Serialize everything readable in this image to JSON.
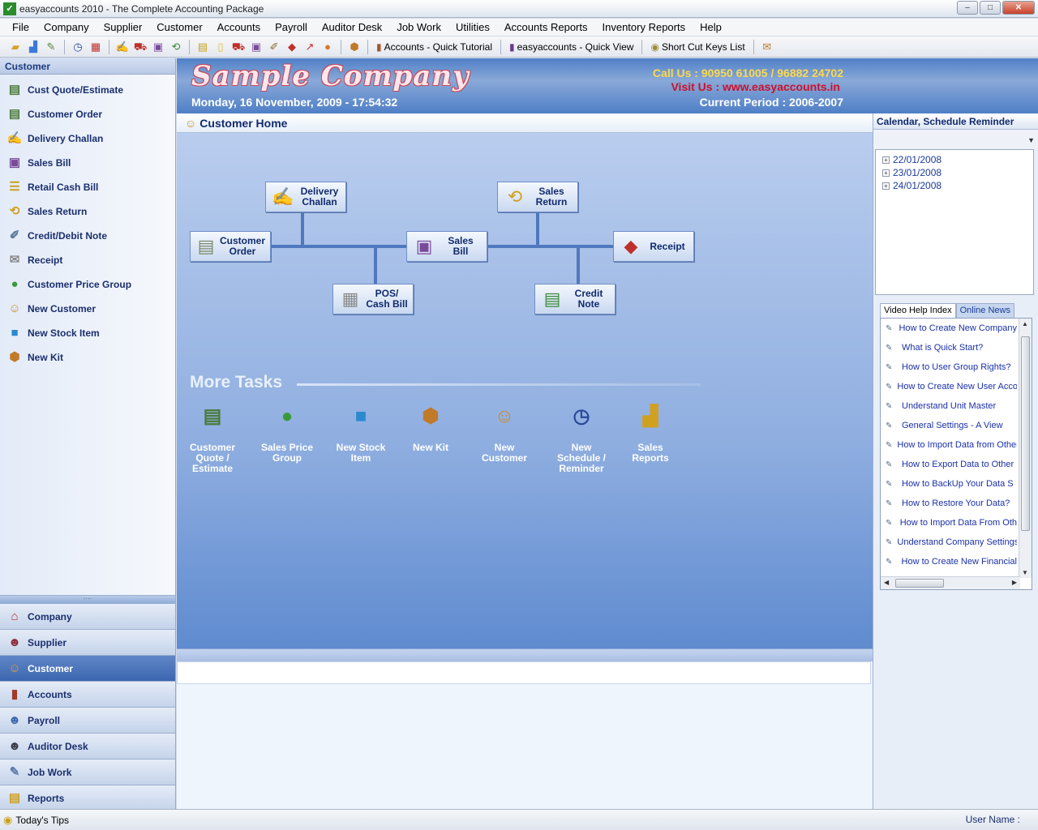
{
  "window": {
    "title": "easyaccounts 2010 - The Complete Accounting Package",
    "controls": {
      "minimize": "–",
      "maximize": "□",
      "close": "✕"
    }
  },
  "menu": [
    "File",
    "Company",
    "Supplier",
    "Customer",
    "Accounts",
    "Payroll",
    "Auditor Desk",
    "Job Work",
    "Utilities",
    "Accounts Reports",
    "Inventory Reports",
    "Help"
  ],
  "toolbar": {
    "quick_tutorial": "Accounts - Quick Tutorial",
    "quick_view": "easyaccounts - Quick View",
    "shortcut_keys": "Short Cut Keys List"
  },
  "left_panel": {
    "header": "Customer",
    "tasks": [
      {
        "label": "Cust Quote/Estimate",
        "icon": "document-icon"
      },
      {
        "label": "Customer Order",
        "icon": "order-icon"
      },
      {
        "label": "Delivery Challan",
        "icon": "pencil-notepad-icon"
      },
      {
        "label": "Sales Bill",
        "icon": "briefcase-icon"
      },
      {
        "label": "Retail Cash Bill",
        "icon": "coins-icon"
      },
      {
        "label": "Sales Return",
        "icon": "recycle-icon"
      },
      {
        "label": "Credit/Debit Note",
        "icon": "note-icon"
      },
      {
        "label": "Receipt",
        "icon": "receipt-icon"
      },
      {
        "label": "Customer Price Group",
        "icon": "price-group-icon"
      },
      {
        "label": "New Customer",
        "icon": "user-icon"
      },
      {
        "label": "New Stock Item",
        "icon": "cubes-icon"
      },
      {
        "label": "New Kit",
        "icon": "box-icon"
      }
    ],
    "nav": [
      {
        "label": "Company",
        "icon": "house-icon",
        "active": false
      },
      {
        "label": "Supplier",
        "icon": "supplier-icon",
        "active": false
      },
      {
        "label": "Customer",
        "icon": "customer-icon",
        "active": true
      },
      {
        "label": "Accounts",
        "icon": "books-icon",
        "active": false
      },
      {
        "label": "Payroll",
        "icon": "payroll-icon",
        "active": false
      },
      {
        "label": "Auditor Desk",
        "icon": "auditor-icon",
        "active": false
      },
      {
        "label": "Job Work",
        "icon": "job-icon",
        "active": false
      },
      {
        "label": "Reports",
        "icon": "report-icon",
        "active": false
      }
    ]
  },
  "banner": {
    "company_name": "Sample Company",
    "datetime": "Monday, 16 November, 2009 - 17:54:32",
    "call_us": "Call Us : 90950 61005 / 96882 24702",
    "visit_us": "Visit Us : www.easyaccounts.in",
    "current_period": "Current Period : 2006-2007"
  },
  "center": {
    "title": "Customer Home",
    "flow": {
      "delivery_challan": "Delivery\nChallan",
      "sales_return": "Sales\nReturn",
      "customer_order": "Customer\nOrder",
      "sales_bill": "Sales Bill",
      "receipt": "Receipt",
      "pos_cash_bill": "POS/\nCash Bill",
      "credit_note": "Credit\nNote"
    },
    "more_tasks_title": "More Tasks",
    "more_tasks": [
      {
        "label": "Customer\nQuote /\nEstimate",
        "icon": "quote-icon"
      },
      {
        "label": "Sales Price\nGroup",
        "icon": "price-group-icon"
      },
      {
        "label": "New Stock\nItem",
        "icon": "cubes-icon"
      },
      {
        "label": "New Kit",
        "icon": "box-icon"
      },
      {
        "label": "New\nCustomer",
        "icon": "user-icon"
      },
      {
        "label": "New\nSchedule /\nReminder",
        "icon": "clock-icon"
      },
      {
        "label": "Sales\nReports",
        "icon": "chart-icon"
      }
    ]
  },
  "right_panel": {
    "calendar_header": "Calendar, Schedule Reminder",
    "dates": [
      "22/01/2008",
      "23/01/2008",
      "24/01/2008"
    ],
    "tabs": {
      "video_help": "Video Help Index",
      "online_news": "Online News"
    },
    "help_items": [
      "How to Create New Company",
      "What is Quick Start?",
      "How to User Group Rights?",
      "How to Create New User Account",
      "Understand Unit Master",
      "General Settings - A View",
      "How to Import Data from Other",
      "How to Export Data to Other",
      "How to BackUp Your Data S",
      "How to Restore Your Data?",
      "How to Import Data From Oth",
      "Understand Company Settings",
      "How to Create New Financial"
    ]
  },
  "status": {
    "tips": "Today's Tips",
    "user_name": "User Name :"
  }
}
